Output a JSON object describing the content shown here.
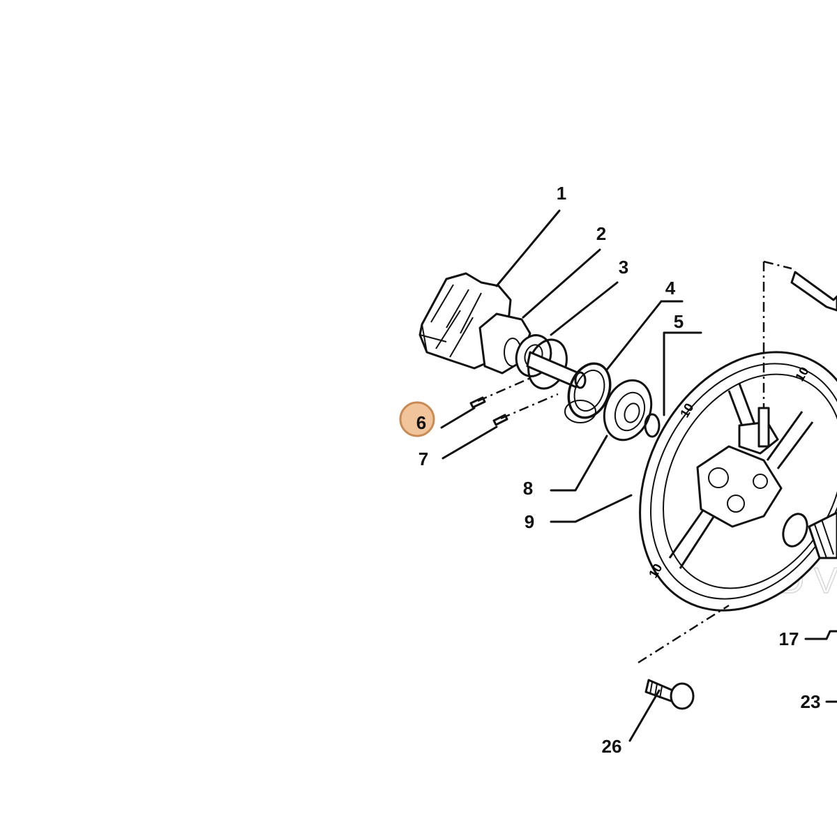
{
  "diagram": {
    "callouts": [
      {
        "id": "1",
        "text": "1"
      },
      {
        "id": "2",
        "text": "2"
      },
      {
        "id": "3",
        "text": "3"
      },
      {
        "id": "4",
        "text": "4"
      },
      {
        "id": "5",
        "text": "5"
      },
      {
        "id": "6",
        "text": "6",
        "highlighted": true
      },
      {
        "id": "7",
        "text": "7"
      },
      {
        "id": "8",
        "text": "8"
      },
      {
        "id": "9",
        "text": "9"
      },
      {
        "id": "17",
        "text": "17"
      },
      {
        "id": "23",
        "text": "23"
      },
      {
        "id": "26",
        "text": "26"
      }
    ],
    "highlight": {
      "fill": "#f2c49b",
      "stroke": "#c98a54"
    },
    "watermark": "LEADVE"
  }
}
